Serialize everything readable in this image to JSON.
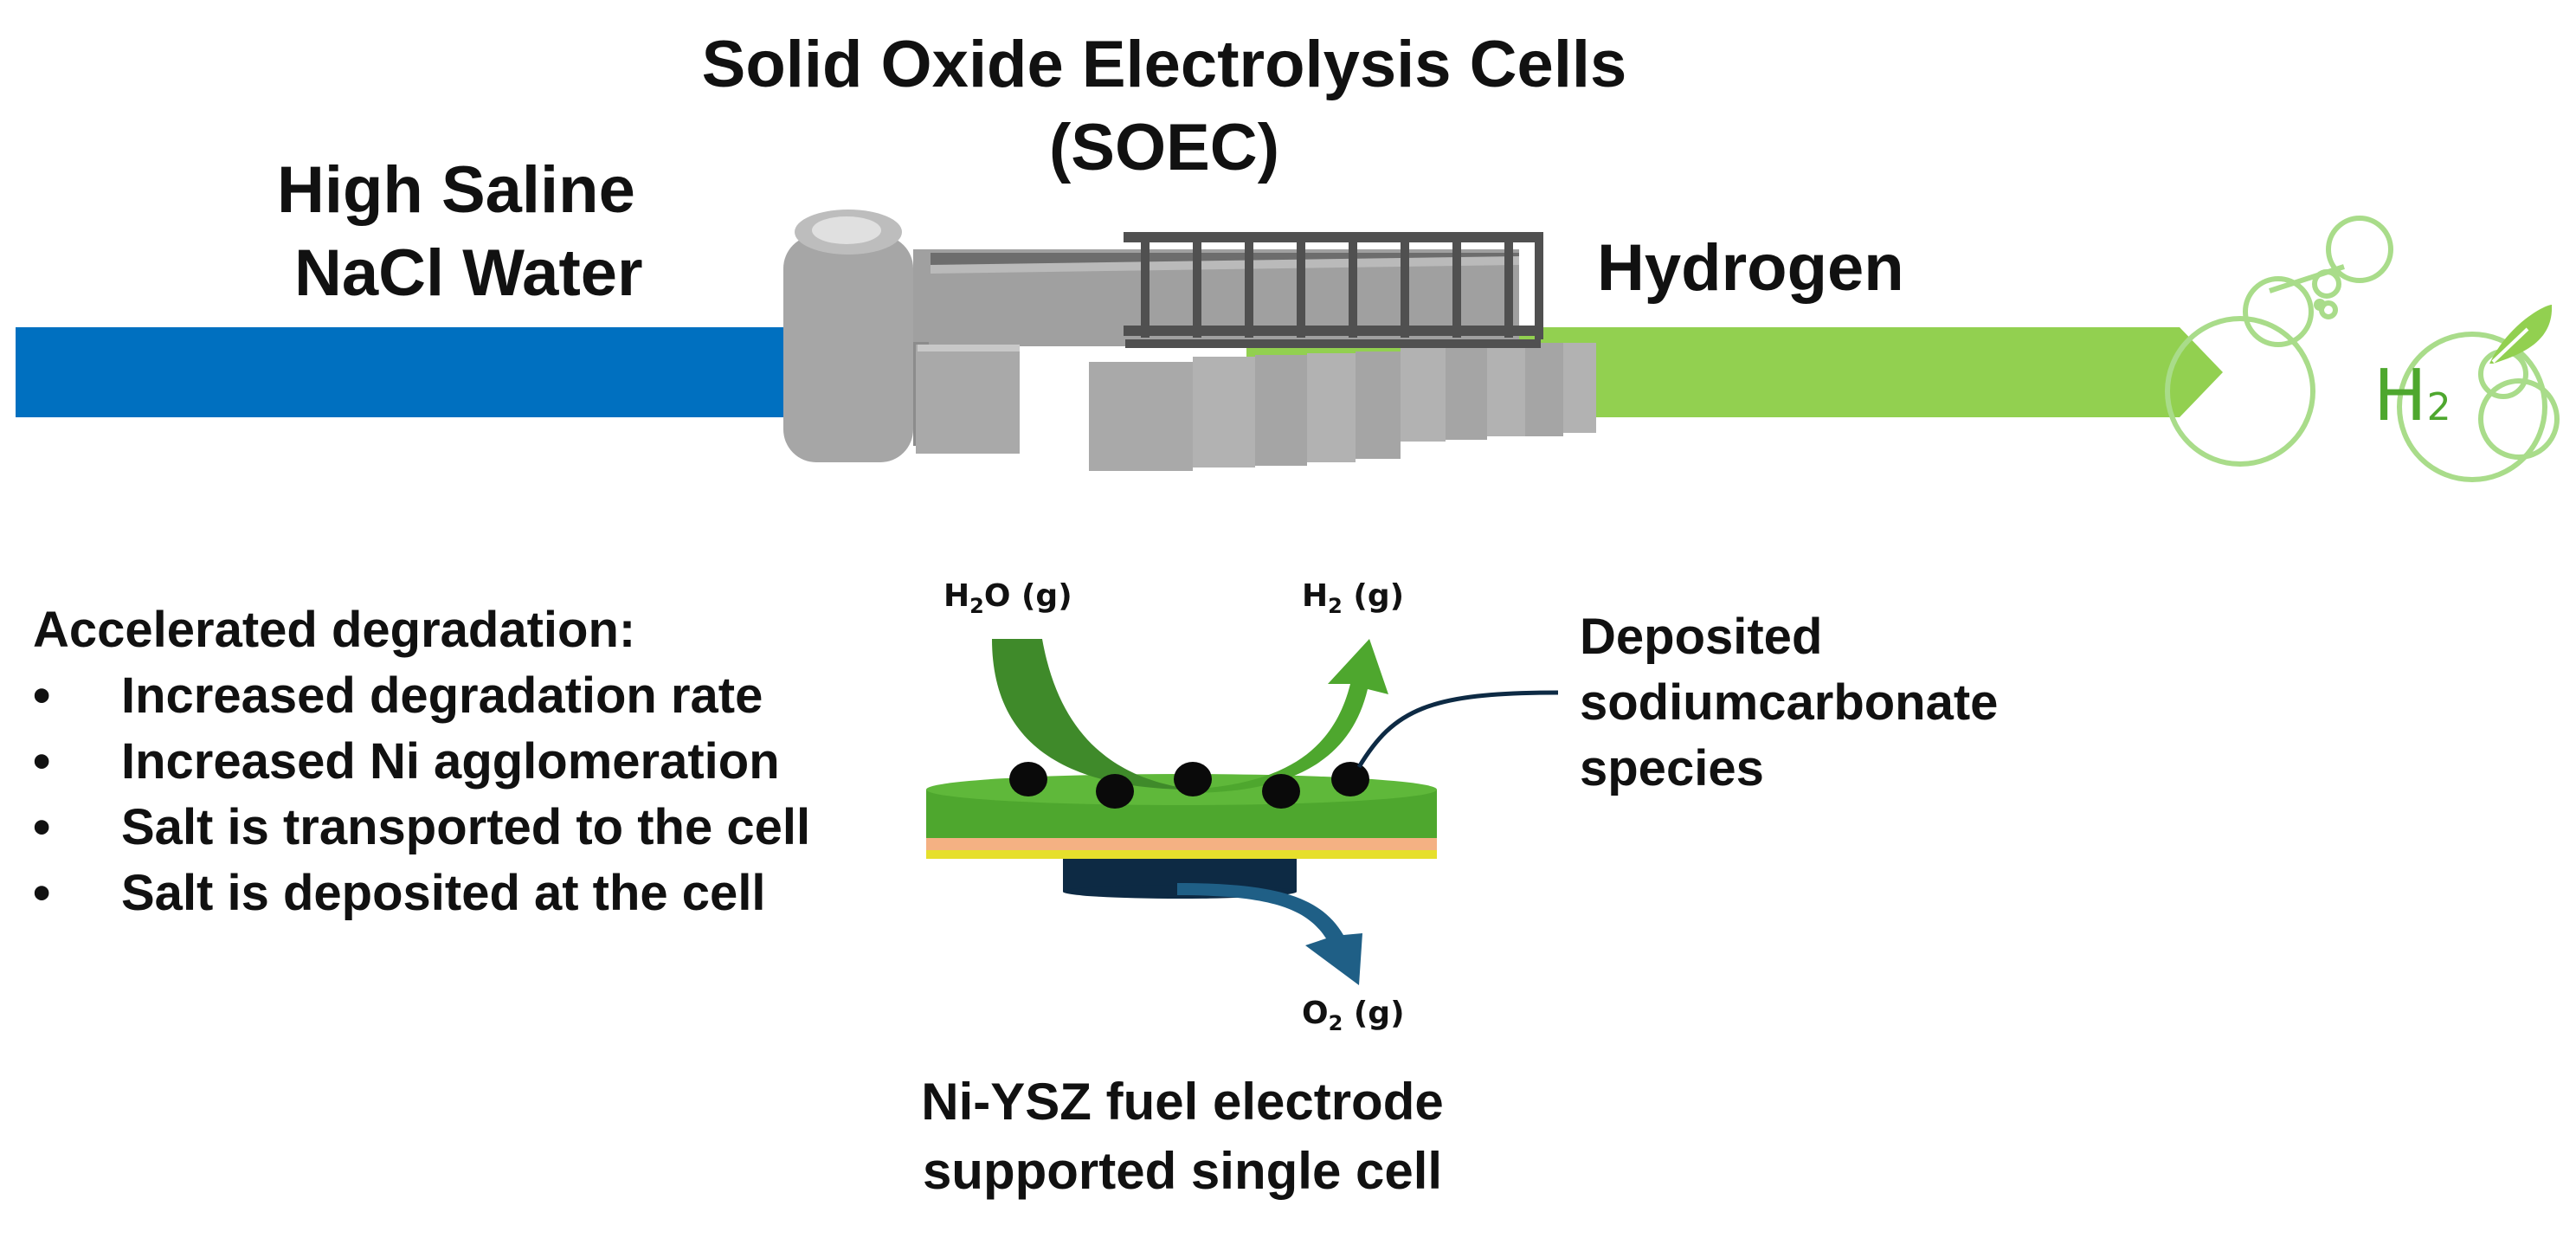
{
  "title": {
    "line1": "Solid Oxide Electrolysis Cells",
    "line2": "(SOEC)"
  },
  "inlet": {
    "line1": "High Saline",
    "line2": "NaCl Water"
  },
  "outlet": {
    "label": "Hydrogen",
    "icon_text": "H",
    "icon_sub": "2"
  },
  "degradation": {
    "heading": "Accelerated degradation:",
    "bullet": "•",
    "items": [
      "Increased degradation rate",
      "Increased Ni agglomeration",
      "Salt is transported to the cell",
      "Salt is deposited at the cell"
    ]
  },
  "gases": {
    "h2o": {
      "main": "H",
      "sub": "2",
      "rest": "O (g)"
    },
    "h2": {
      "main": "H",
      "sub": "2",
      "rest": " (g)"
    },
    "o2": {
      "main": "O",
      "sub": "2",
      "rest": " (g)"
    }
  },
  "deposit": {
    "line1": "Deposited",
    "line2": "sodiumcarbonate",
    "line3": "species"
  },
  "cell": {
    "line1": "Ni-YSZ fuel electrode",
    "line2": "supported single cell"
  },
  "colors": {
    "blue_stream": "#0070c0",
    "green_stream": "#92d050",
    "dark_green": "#3f8a2a",
    "mid_green": "#4ea72e",
    "h2_icon": "#a9dc8a",
    "electrode": "#4ea72e",
    "electrolyte": "#f4b183",
    "barrier": "#e6df2c",
    "air_electrode": "#0d2a44",
    "o2_arrow": "#1f5f86",
    "plant_gray": "#a6a6a6"
  }
}
